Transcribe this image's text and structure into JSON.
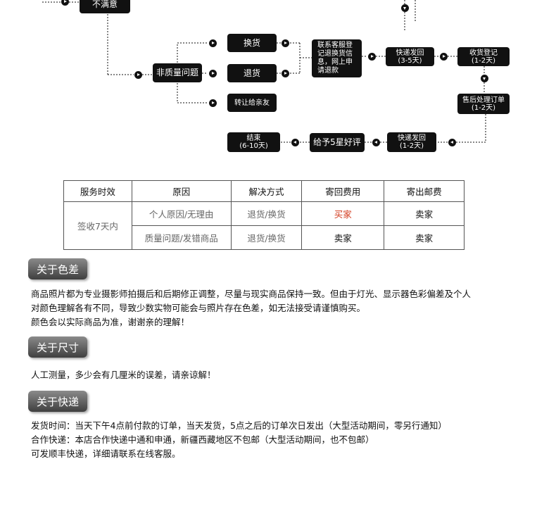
{
  "flow": {
    "unsatisfied": "不满意",
    "non_quality": "非质量问题",
    "exchange": "换货",
    "return": "退货",
    "transfer": "转让给亲友",
    "contact_cs": [
      "联系客服登",
      "记退换货信",
      "息，网上申",
      "请退款"
    ],
    "express_return": [
      "快递发回",
      "(3-5天)"
    ],
    "receive_register": [
      "收货登记",
      "(1-2天)"
    ],
    "after_sales": [
      "售后处理订单",
      "(1-2天)"
    ],
    "express_back": [
      "快递发回",
      "(1-2天)"
    ],
    "five_star": "给予5星好评",
    "end": [
      "结束",
      "(6-10天)"
    ]
  },
  "table": {
    "headers": [
      "服务时效",
      "原因",
      "解决方式",
      "寄回费用",
      "寄出邮费"
    ],
    "period": "签收7天内",
    "rows": [
      {
        "reason": "个人原因/无理由",
        "solution": "退货/换货",
        "return_fee": "买家",
        "send_fee": "卖家"
      },
      {
        "reason": "质量问题/发错商品",
        "solution": "退货/换货",
        "return_fee": "卖家",
        "send_fee": "卖家"
      }
    ],
    "accent_color": "#d23a1d"
  },
  "sections": {
    "color": {
      "title": "关于色差",
      "lines": [
        "商品照片都为专业摄影师拍摄后和后期修正调整，尽量与现实商品保持一致。但由于灯光、显示器色彩偏差及个人",
        "对颜色理解各有不同，导致少数实物可能会与照片存在色差，如无法接受请谨慎购买。",
        "颜色会以实际商品为准，谢谢亲的理解！"
      ]
    },
    "size": {
      "title": "关于尺寸",
      "lines": [
        "人工测量，多少会有几厘米的误差，请亲谅解！"
      ]
    },
    "express": {
      "title": "关于快递",
      "lines": [
        "发货时间：当天下午4点前付款的订单，当天发货，5点之后的订单次日发出（大型活动期间，零另行通知）",
        "合作快递：本店合作快递中通和申通，新疆西藏地区不包邮（大型活动期间，也不包邮）",
        "可发顺丰快递，详细请联系在线客服。"
      ]
    }
  }
}
